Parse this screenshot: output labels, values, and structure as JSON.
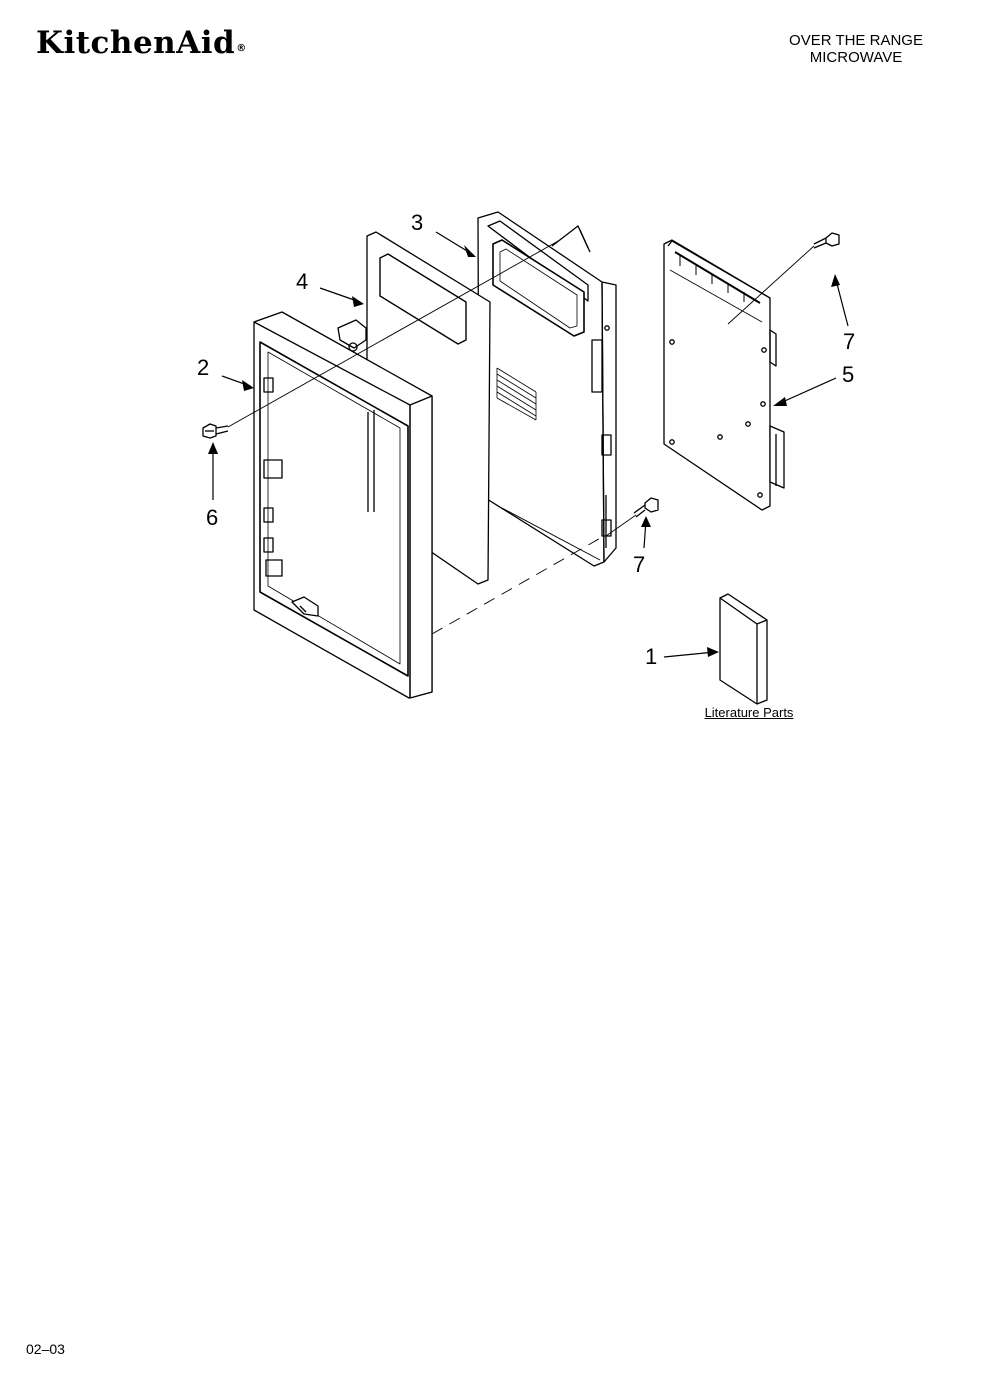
{
  "header": {
    "brand": "KitchenAid",
    "brand_mark": "®",
    "title_line1": "OVER THE RANGE",
    "title_line2": "MICROWAVE"
  },
  "callouts": [
    {
      "id": "c3",
      "label": "3"
    },
    {
      "id": "c4",
      "label": "4"
    },
    {
      "id": "c2",
      "label": "2"
    },
    {
      "id": "c6",
      "label": "6"
    },
    {
      "id": "c7a",
      "label": "7"
    },
    {
      "id": "c5",
      "label": "5"
    },
    {
      "id": "c7b",
      "label": "7"
    },
    {
      "id": "c1",
      "label": "1"
    }
  ],
  "literature_caption": "Literature Parts",
  "footer": {
    "code": "02–03"
  }
}
